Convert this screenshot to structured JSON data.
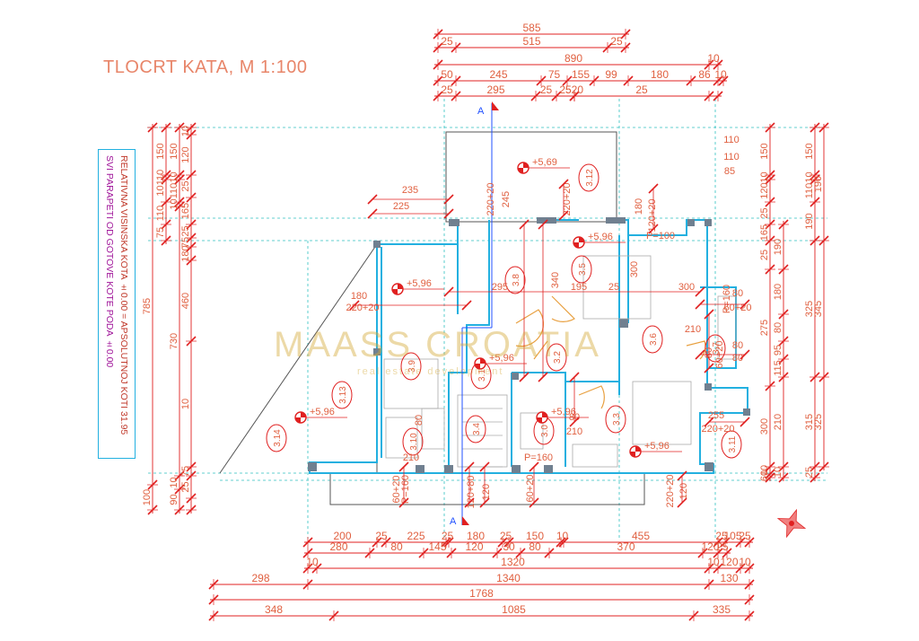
{
  "title": "TLOCRT KATA, M 1:100",
  "legend": {
    "line1": "RELATIVNA VISINSKA KOTA ±0.00 = APSOLUTNOJ KOTI 31.95",
    "line2": "SVI PARAPETI OD GOTOVE KOTE PODA ±0.00"
  },
  "watermark": {
    "brand": "MAASS CROATIA",
    "tagline": "real estate development"
  },
  "section_marker": "A",
  "colors": {
    "dim": "#e02020",
    "dimtext": "#e06040",
    "wall": "#22b0e0",
    "grid": "#30c0c0",
    "violet": "#8a2be2"
  },
  "top_dimensions": [
    {
      "row": 0,
      "values": [
        "585"
      ]
    },
    {
      "row": 1,
      "values": [
        "25",
        "515",
        "25"
      ]
    },
    {
      "row": 2,
      "values": [
        "890",
        "10"
      ]
    },
    {
      "row": 3,
      "values": [
        "50",
        "245",
        "75",
        "155",
        "99",
        "180",
        "86",
        "10"
      ]
    },
    {
      "row": 4,
      "values": [
        "25",
        "295",
        "25",
        "25",
        "520",
        "25"
      ]
    }
  ],
  "bottom_dimensions": [
    {
      "row": 0,
      "values": [
        "200",
        "25",
        "225",
        "25",
        "180",
        "25",
        "150",
        "10",
        "455",
        "25",
        "105",
        "25"
      ]
    },
    {
      "row": 1,
      "values": [
        "280",
        "80",
        "145",
        "120",
        "30",
        "80",
        "370",
        "120",
        "25"
      ]
    },
    {
      "row": 2,
      "values": [
        "10",
        "1320",
        "10",
        "120",
        "10"
      ]
    },
    {
      "row": 3,
      "values": [
        "298",
        "1340",
        "130"
      ]
    },
    {
      "row": 4,
      "values": [
        "1768"
      ]
    },
    {
      "row": 5,
      "values": [
        "348",
        "1085",
        "335"
      ]
    }
  ],
  "left_dimensions": [
    {
      "col": 0,
      "values": [
        "785",
        "100"
      ]
    },
    {
      "col": 1,
      "values": [
        "150",
        "110",
        "10",
        "110",
        "75"
      ]
    },
    {
      "col": 2,
      "values": [
        "150",
        "10",
        "110",
        "10",
        "730",
        "10",
        "90"
      ]
    },
    {
      "col": 3,
      "values": [
        "10",
        "120",
        "25",
        "165",
        "25",
        "75",
        "180",
        "460",
        "10",
        "75",
        "25"
      ]
    }
  ],
  "right_dimensions": [
    {
      "col": 0,
      "values": [
        "150",
        "10",
        "120",
        "25",
        "165",
        "25",
        "275",
        "300",
        "10",
        "60"
      ]
    },
    {
      "col": 1,
      "values": [
        "190",
        "180",
        "80",
        "95",
        "115",
        "210",
        "10"
      ]
    },
    {
      "col": 2,
      "values": [
        "150",
        "10",
        "110",
        "190",
        "325",
        "315",
        "25"
      ]
    },
    {
      "col": 3,
      "values": [
        "190",
        "345",
        "325"
      ]
    }
  ],
  "room_labels": [
    "3.12",
    "3.9",
    "3.8",
    "3.10",
    "3.6",
    "3.5",
    "3.4",
    "3.2",
    "3.3",
    "3.7",
    "3.11",
    "3.13",
    "3.14",
    "3.1",
    "3.0"
  ],
  "levels": [
    "+5,69",
    "+5,96",
    "+5,96",
    "+5,96",
    "+5,96",
    "+5,96",
    "+5,96"
  ],
  "interior_labels": [
    "235",
    "225",
    "180",
    "220+20",
    "245",
    "220+20",
    "220+20",
    "180",
    "120+20",
    "P=100",
    "300",
    "295",
    "340",
    "195",
    "25",
    "300",
    "80",
    "60+20",
    "P=160",
    "80",
    "80",
    "60+20",
    "80",
    "210",
    "255",
    "220+20",
    "80",
    "210",
    "80",
    "210",
    "P=160",
    "P=160",
    "60+20",
    "120+80",
    "120",
    "60+20",
    "220+20",
    "120",
    "110",
    "110",
    "85"
  ]
}
